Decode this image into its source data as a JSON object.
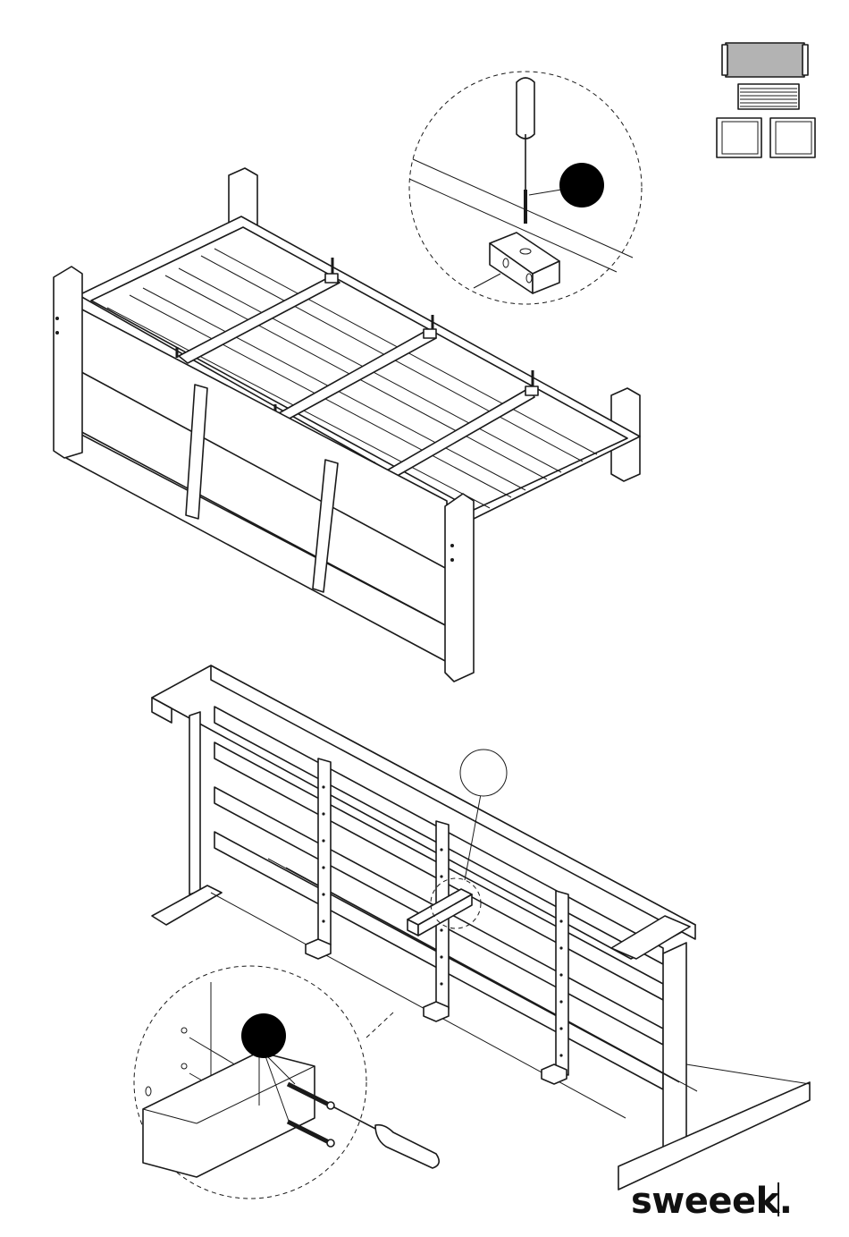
{
  "brand": {
    "name": "sweeek."
  },
  "thumbnail": {
    "icon": "furniture-set-icon",
    "highlight_color": "#b3b3b3"
  },
  "step_1": {
    "callout_icon": "filled-circle-badge",
    "tool_icon": "screwdriver-icon",
    "part_icon": "screw-icon"
  },
  "step_2": {
    "callout_icon": "filled-circle-badge",
    "marker_icon": "empty-circle-callout",
    "tool_icon": "screwdriver-icon",
    "part_icon": "screw-icon"
  },
  "colors": {
    "line": "#1a1a1a",
    "fill": "#ffffff",
    "badge": "#000000"
  }
}
